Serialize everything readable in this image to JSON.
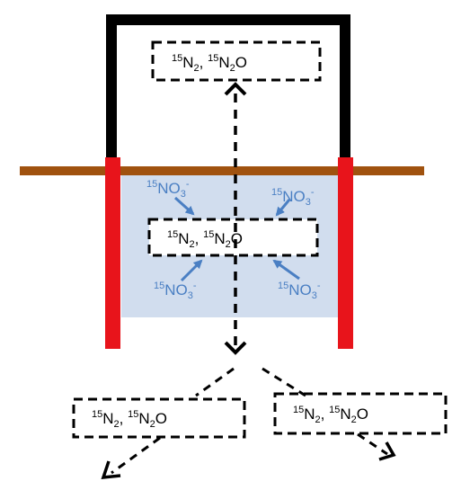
{
  "labels": {
    "gas": {
      "n_iso": "15",
      "n": "N",
      "n_sub": "2",
      "sep": ", ",
      "n2o_iso": "15",
      "n2o_n": "N",
      "n2o_sub": "2",
      "o": "O"
    },
    "nitrate": {
      "iso": "15",
      "no": "NO",
      "sub": "3",
      "charge": "-"
    }
  },
  "colors": {
    "frame": "#000000",
    "soil_surface": "#a0520f",
    "collar": "#e8141b",
    "soil_fill": "#d1ddee",
    "nitrate_text": "#4a7fc3",
    "arrow": "#000000"
  }
}
